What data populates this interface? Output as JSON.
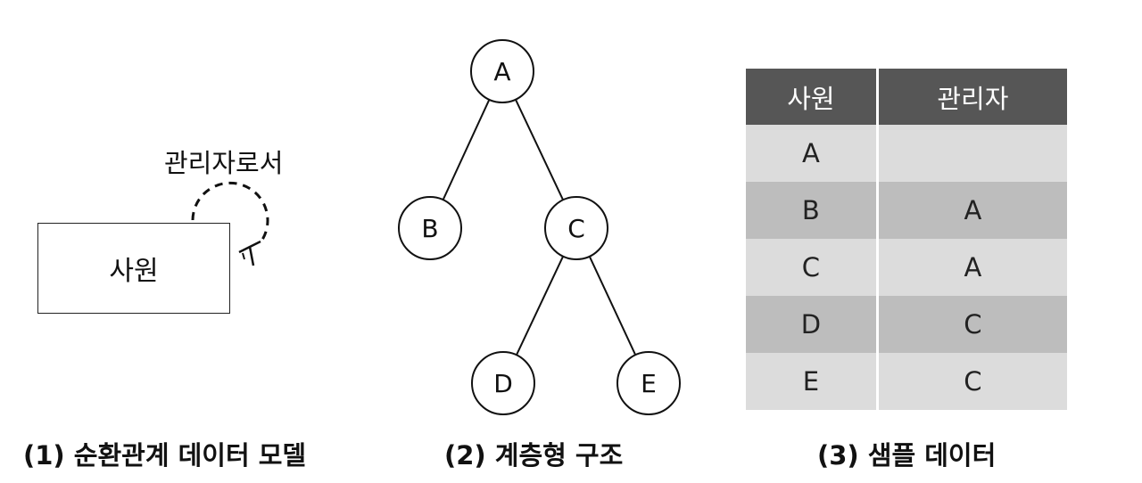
{
  "panels": {
    "erd": {
      "entity": "사원",
      "relationship_label": "관리자로서",
      "caption": "(1) 순환관계 데이터 모델"
    },
    "tree": {
      "nodes": [
        {
          "id": "A",
          "parent": null
        },
        {
          "id": "B",
          "parent": "A"
        },
        {
          "id": "C",
          "parent": "A"
        },
        {
          "id": "D",
          "parent": "C"
        },
        {
          "id": "E",
          "parent": "C"
        }
      ],
      "caption": "(2) 계층형 구조"
    },
    "table": {
      "columns": [
        "사원",
        "관리자"
      ],
      "rows": [
        [
          "A",
          ""
        ],
        [
          "B",
          "A"
        ],
        [
          "C",
          "A"
        ],
        [
          "D",
          "C"
        ],
        [
          "E",
          "C"
        ]
      ],
      "caption": "(3) 샘플 데이터"
    }
  }
}
